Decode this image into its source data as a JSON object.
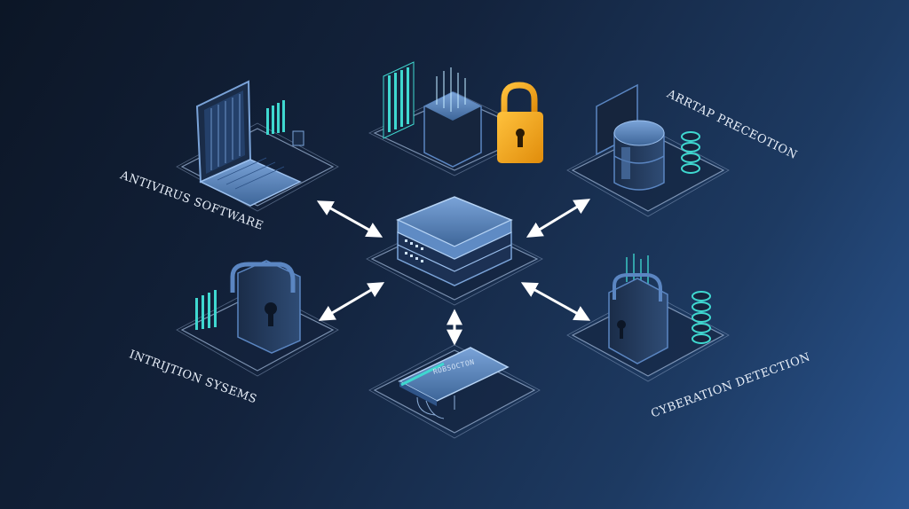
{
  "labels": {
    "antivirus": "Antivirus software",
    "array_protection": "Arrtap preceotion",
    "intrusion": "Intrijtion sysems",
    "detection": "Cyberation detection",
    "card_text": "ROBSOCTON"
  },
  "colors": {
    "background_dark": "#0c1626",
    "background_light": "#2a5590",
    "device_blue": "#5b86c2",
    "device_dark": "#16253d",
    "accent_teal": "#3fd8d0",
    "lock_gold": "#f2a91c",
    "arrow": "#ffffff",
    "platform_line": "#9fb6d6"
  },
  "icons": [
    "laptop-icon",
    "padlock-icon",
    "database-icon",
    "server-icon",
    "card-icon",
    "shield-lock-icon"
  ]
}
